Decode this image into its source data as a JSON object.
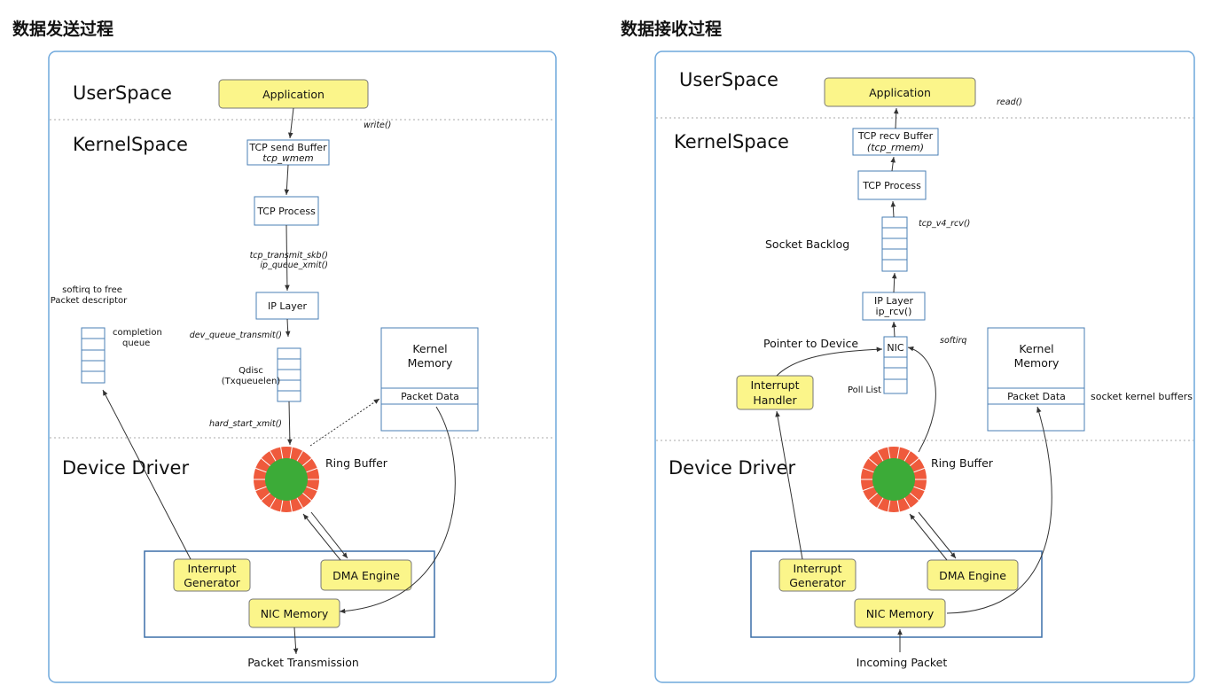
{
  "titles": {
    "send": "数据发送过程",
    "recv": "数据接收过程"
  },
  "sections": {
    "userspace": "UserSpace",
    "kernelspace": "KernelSpace",
    "device_driver": "Device Driver"
  },
  "send": {
    "application": "Application",
    "write_call": "write()",
    "tcp_send_buffer": [
      "TCP send Buffer",
      "tcp_wmem"
    ],
    "tcp_process": "TCP Process",
    "tcp_calls": [
      "tcp_transmit_skb()",
      "ip_queue_xmit()"
    ],
    "ip_layer": "IP Layer",
    "dev_queue_transmit": "dev_queue_transmit()",
    "qdisc": [
      "Qdisc",
      "(Txqueuelen)"
    ],
    "hard_start_xmit": "hard_start_xmit()",
    "softirq_free": [
      "softirq to free",
      "Packet descriptor"
    ],
    "completion_queue": [
      "completion",
      "queue"
    ],
    "kernel_memory": [
      "Kernel",
      "Memory"
    ],
    "packet_data": "Packet Data",
    "ring_buffer": "Ring Buffer",
    "interrupt_generator": [
      "Interrupt",
      "Generator"
    ],
    "dma_engine": "DMA Engine",
    "nic_memory": "NIC Memory",
    "packet_transmission": "Packet Transmission"
  },
  "recv": {
    "application": "Application",
    "read_call": "read()",
    "tcp_recv_buffer": [
      "TCP recv Buffer",
      "(tcp_rmem)"
    ],
    "tcp_process": "TCP Process",
    "tcp_v4_rcv": "tcp_v4_rcv()",
    "socket_backlog": "Socket Backlog",
    "ip_layer": [
      "IP Layer",
      "ip_rcv()"
    ],
    "pointer_to_device": "Pointer to Device",
    "nic": "NIC",
    "softirq": "softirq",
    "poll_list": "Poll List",
    "interrupt_handler": [
      "Interrupt",
      "Handler"
    ],
    "kernel_memory": [
      "Kernel",
      "Memory"
    ],
    "packet_data": "Packet Data",
    "socket_kernel_buffers": "socket kernel buffers",
    "ring_buffer": "Ring Buffer",
    "interrupt_generator": [
      "Interrupt",
      "Generator"
    ],
    "dma_engine": "DMA Engine",
    "nic_memory": "NIC Memory",
    "incoming_packet": "Incoming Packet"
  },
  "colors": {
    "yellow_box": "#fbf58a",
    "ring_outer": "#ef5a3c",
    "ring_inner": "#3cab38",
    "frame": "#6fa8dc"
  }
}
